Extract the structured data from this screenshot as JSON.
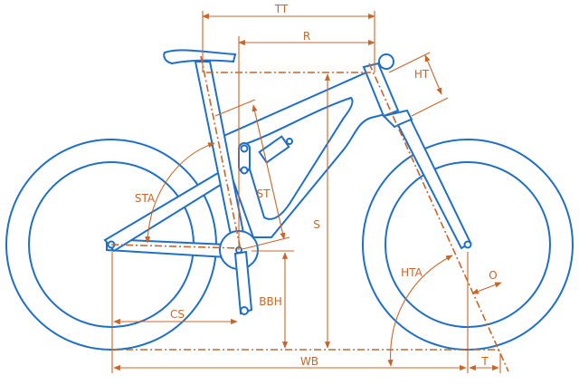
{
  "colors": {
    "frame": "#1f6fc5",
    "dimension": "#c8662a"
  },
  "labels": {
    "tt": "TT",
    "r": "R",
    "ht": "HT",
    "s": "S",
    "st": "ST",
    "sta": "STA",
    "bbh": "BBH",
    "cs": "CS",
    "wb": "WB",
    "t": "T",
    "hta": "HTA",
    "o": "O"
  }
}
